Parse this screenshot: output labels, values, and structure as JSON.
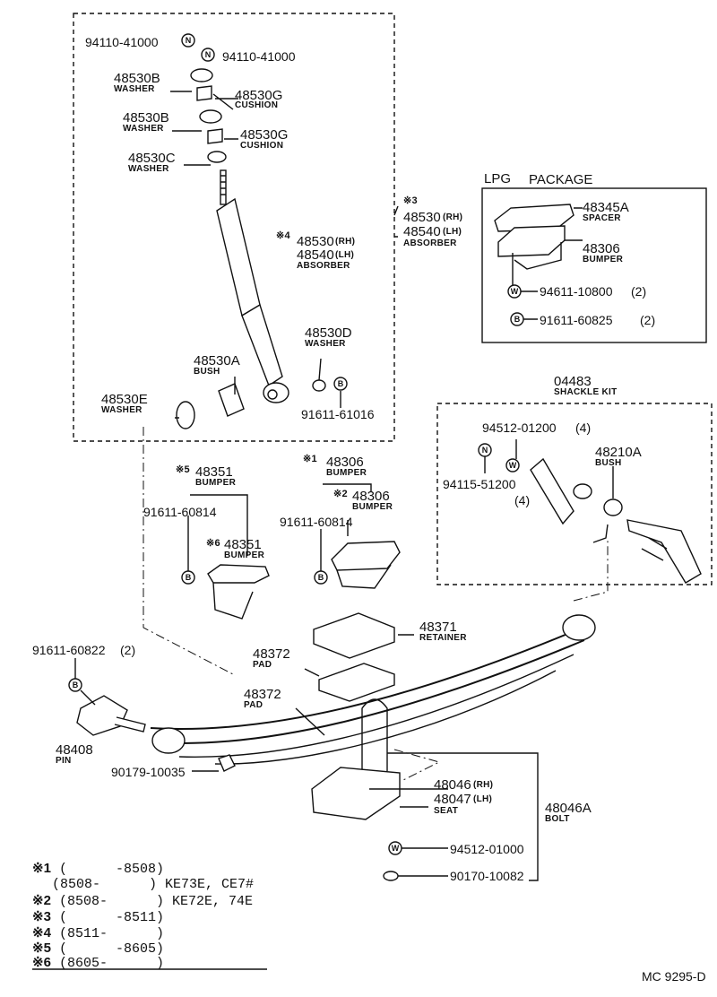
{
  "diagram": {
    "code": "MC 9295-D",
    "lpg_box": {
      "title_left": "LPG",
      "title_right": "PACKAGE"
    },
    "labels": {
      "n1": "94110-41000",
      "n2": "94110-41000",
      "w1": "48530B",
      "w1_sub": "WASHER",
      "c1": "48530G",
      "c1_sub": "CUSHION",
      "w2": "48530B",
      "w2_sub": "WASHER",
      "c2": "48530G",
      "c2_sub": "CUSHION",
      "w3": "48530C",
      "w3_sub": "WASHER",
      "abs_in_mark": "※4",
      "abs_in_rh": "48530",
      "abs_in_rh_s": "(RH)",
      "abs_in_lh": "48540",
      "abs_in_lh_s": "(LH)",
      "abs_in_sub": "ABSORBER",
      "abs_out_mark": "※3",
      "abs_out_rh": "48530",
      "abs_out_rh_s": "(RH)",
      "abs_out_lh": "48540",
      "abs_out_lh_s": "(LH)",
      "abs_out_sub": "ABSORBER",
      "wd": "48530D",
      "wd_sub": "WASHER",
      "ba": "48530A",
      "ba_sub": "BUSH",
      "we": "48530E",
      "we_sub": "WASHER",
      "bolt616": "91611-61016",
      "sp": "48345A",
      "sp_sub": "SPACER",
      "bp": "48306",
      "bp_sub": "BUMPER",
      "lpg_w": "94611-10800",
      "lpg_w_q": "(2)",
      "lpg_b": "91611-60825",
      "lpg_b_q": "(2)",
      "sk": "04483",
      "sk_sub": "SHACKLE KIT",
      "sk_w": "94512-01200",
      "sk_w_q": "(4)",
      "sk_n": "94115-51200",
      "sk_n_q": "(4)",
      "sk_b": "48210A",
      "sk_b_sub": "BUSH",
      "m5": "※5",
      "b351a": "48351",
      "b351a_sub": "BUMPER",
      "b814a": "91611-60814",
      "m6": "※6",
      "b351b": "48351",
      "b351b_sub": "BUMPER",
      "m1": "※1",
      "b306a": "48306",
      "b306a_sub": "BUMPER",
      "m2": "※2",
      "b306b": "48306",
      "b306b_sub": "BUMPER",
      "b814b": "91611-60814",
      "ret": "48371",
      "ret_sub": "RETAINER",
      "pad1": "48372",
      "pad1_sub": "PAD",
      "pad2": "48372",
      "pad2_sub": "PAD",
      "b822": "91611-60822",
      "b822_q": "(2)",
      "pin": "48408",
      "pin_sub": "PIN",
      "n035": "90179-10035",
      "seat_rh": "48046",
      "seat_rh_s": "(RH)",
      "seat_lh": "48047",
      "seat_lh_s": "(LH)",
      "seat_sub": "SEAT",
      "ubolt": "48046A",
      "ubolt_sub": "BOLT",
      "w1000": "94512-01000",
      "n082": "90170-10082"
    },
    "footnotes": [
      {
        "mark": "※1",
        "text": "(      -8508)"
      },
      {
        "mark": "",
        "text": "(8508-      ) KE73E, CE7#"
      },
      {
        "mark": "※2",
        "text": "(8508-      ) KE72E, 74E"
      },
      {
        "mark": "※3",
        "text": "(      -8511)"
      },
      {
        "mark": "※4",
        "text": "(8511-      )"
      },
      {
        "mark": "※5",
        "text": "(      -8605)"
      },
      {
        "mark": "※6",
        "text": "(8605-      )"
      }
    ],
    "symbols": {
      "nut": "N",
      "washer": "W",
      "bolt": "B"
    }
  }
}
